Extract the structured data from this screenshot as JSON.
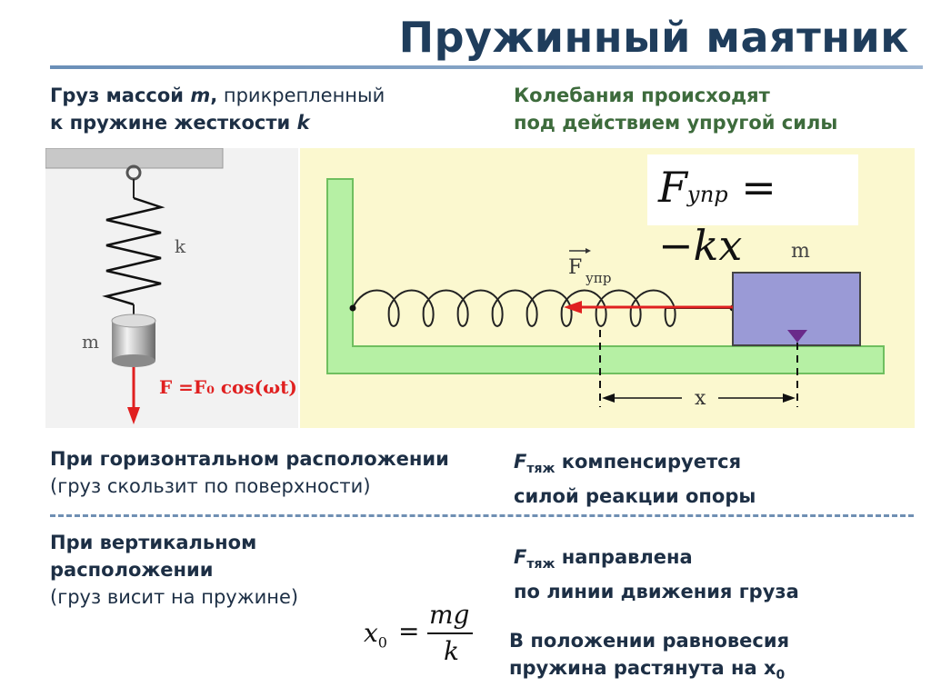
{
  "title": "Пружинный маятник",
  "intro_left": {
    "line1_a": "Груз массой ",
    "line1_m": "m",
    "line1_b": ",",
    "line1_c": " прикрепленный",
    "line2_a": "к пружине жесткости ",
    "line2_k": "k"
  },
  "intro_right": {
    "line1": "Колебания происходят",
    "line2": "под действием упругой силы"
  },
  "left_figure": {
    "label_k": "k",
    "label_m": "m",
    "force_formula": "F =F₀ cos(ωt)"
  },
  "right_figure": {
    "formula_F": "F",
    "formula_sub": "упр",
    "formula_rest": "= −kx",
    "label_m": "m",
    "label_force": "F",
    "label_force_sub": "упр",
    "label_x": "x"
  },
  "horizontal": {
    "left_line1": "При горизонтальном расположении",
    "left_line2": "(груз скользит по поверхности)",
    "right_F": "F",
    "right_sub": "тяж",
    "right_line1_rest": " компенсируется",
    "right_line2": "силой реакции опоры"
  },
  "vertical": {
    "left_line1": "При вертикальном",
    "left_line2": "расположении",
    "left_line3": "(груз висит на пружине)",
    "right_F": "F",
    "right_sub": "тяж",
    "right_line1_rest": " направлена",
    "right_line2": "по линии движения груза",
    "eq_lhs": "x",
    "eq_lhs_sub": "0",
    "eq_equals": "=",
    "eq_num": "mg",
    "eq_den": "k",
    "eq_line1": "В положении равновесия",
    "eq_line2": "пружина растянута на x",
    "eq_line2_sub": "0"
  },
  "colors": {
    "title": "#1f3d5c",
    "green_text": "#3d6b3c",
    "panel_bg": "#fbf8cf",
    "ground": "#b6f0a4",
    "mass": "#9a9ad6",
    "arrow": "#e02020"
  }
}
